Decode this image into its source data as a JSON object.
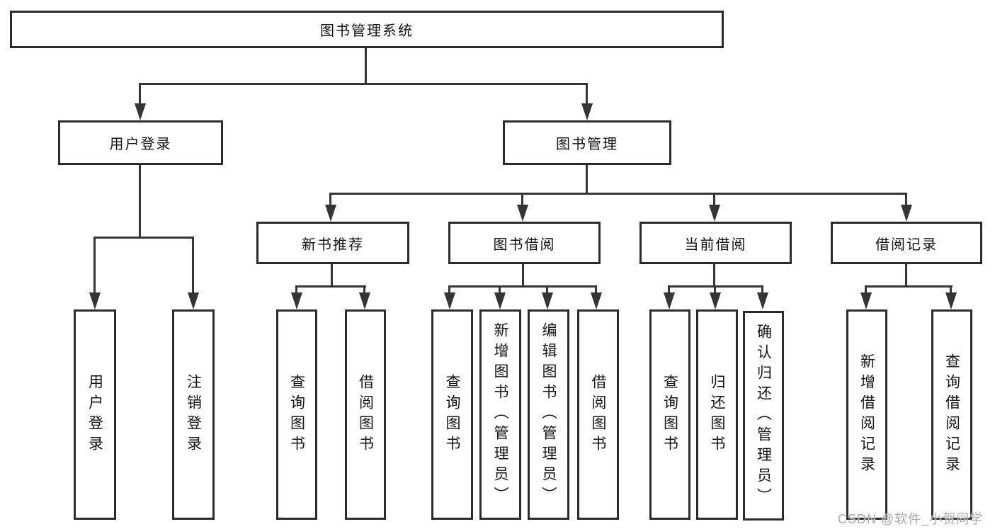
{
  "root": {
    "label": "图书管理系统"
  },
  "level2": [
    {
      "label": "用户登录"
    },
    {
      "label": "图书管理"
    }
  ],
  "level3": [
    {
      "label": "新书推荐"
    },
    {
      "label": "图书借阅"
    },
    {
      "label": "当前借阅"
    },
    {
      "label": "借阅记录"
    }
  ],
  "leaves": {
    "user_login": [
      "用户登录",
      "注销登录"
    ],
    "new_book": [
      "查询图书",
      "借阅图书"
    ],
    "book_borrow": [
      "查询图书",
      "新增图书（管理员）",
      "编辑图书（管理员）",
      "借阅图书"
    ],
    "current_borrow": [
      "查询图书",
      "归还图书",
      "确认归还（管理员）"
    ],
    "borrow_record": [
      "新增借阅记录",
      "查询借阅记录"
    ]
  },
  "watermark": "CSDN @软件_小贺同学",
  "colors": {
    "line": "#353535",
    "border": "#2b2b2b",
    "text": "#141414",
    "watermark": "#a9a9a9",
    "background": "#ffffff"
  }
}
